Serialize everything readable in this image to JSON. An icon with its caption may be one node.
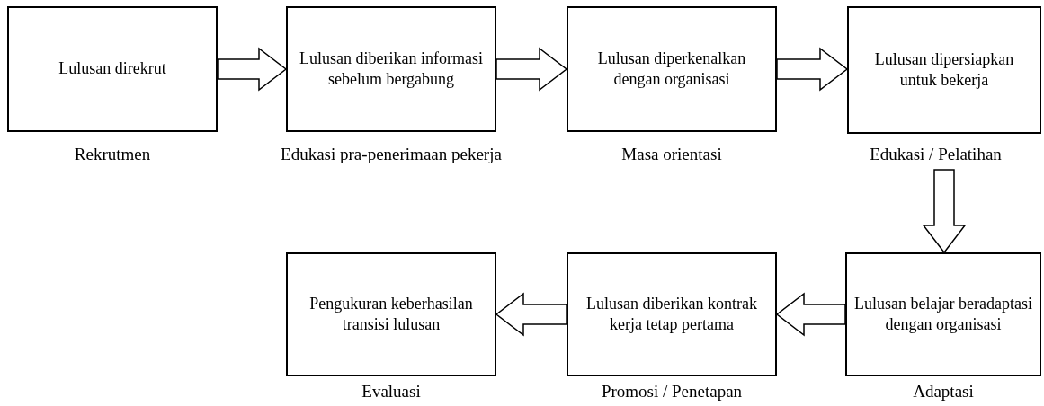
{
  "diagram": {
    "nodes": [
      {
        "text": [
          "Lulusan direkrut"
        ],
        "beside": [
          "Rekrutmen"
        ]
      },
      {
        "text": [
          "Lulusan diberikan informasi sebelum bergabung"
        ],
        "beside": [
          "Edukasi pra-penerimaan pekerja"
        ]
      },
      {
        "text": [
          "Lulusan diperkenalkan dengan organisasi"
        ],
        "beside": [
          "Masa orientasi"
        ]
      },
      {
        "text": [
          "Lulusan dipersiapkan untuk bekerja"
        ],
        "beside": [
          "Edukasi / Pelatihan"
        ]
      },
      {
        "text": [
          "Lulusan belajar beradaptasi dengan organisasi"
        ],
        "beside": [
          "Adaptasi"
        ]
      },
      {
        "text": [
          "Lulusan diberikan kontrak kerja tetap pertama"
        ],
        "beside": [
          "Promosi / Penetapan"
        ]
      },
      {
        "text": [
          "Pengukuran keberhasilan transisi lulusan"
        ],
        "beside": [
          "Evaluasi"
        ]
      }
    ],
    "edges": [
      {
        "from": 0,
        "to": 1,
        "arrow": "to"
      },
      {
        "from": 1,
        "to": 2,
        "arrow": "to"
      },
      {
        "from": 2,
        "to": 3,
        "arrow": "to"
      },
      {
        "from": 3,
        "to": 4,
        "arrow": "to"
      },
      {
        "from": 4,
        "to": 5,
        "arrow": "to"
      },
      {
        "from": 5,
        "to": 6,
        "arrow": "to"
      }
    ]
  }
}
